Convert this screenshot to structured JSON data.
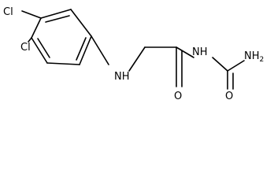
{
  "structure": {
    "atoms": {
      "cl_top": "Cl",
      "cl_bottom": "Cl",
      "nh_amine": "NH",
      "nh_amide": "NH",
      "nh2": "NH",
      "nh2_sub": "2",
      "o_carbonyl_1": "O",
      "o_carbonyl_2": "O"
    },
    "colors": {
      "bond": "#000000",
      "text": "#000000",
      "background": "#ffffff"
    }
  }
}
